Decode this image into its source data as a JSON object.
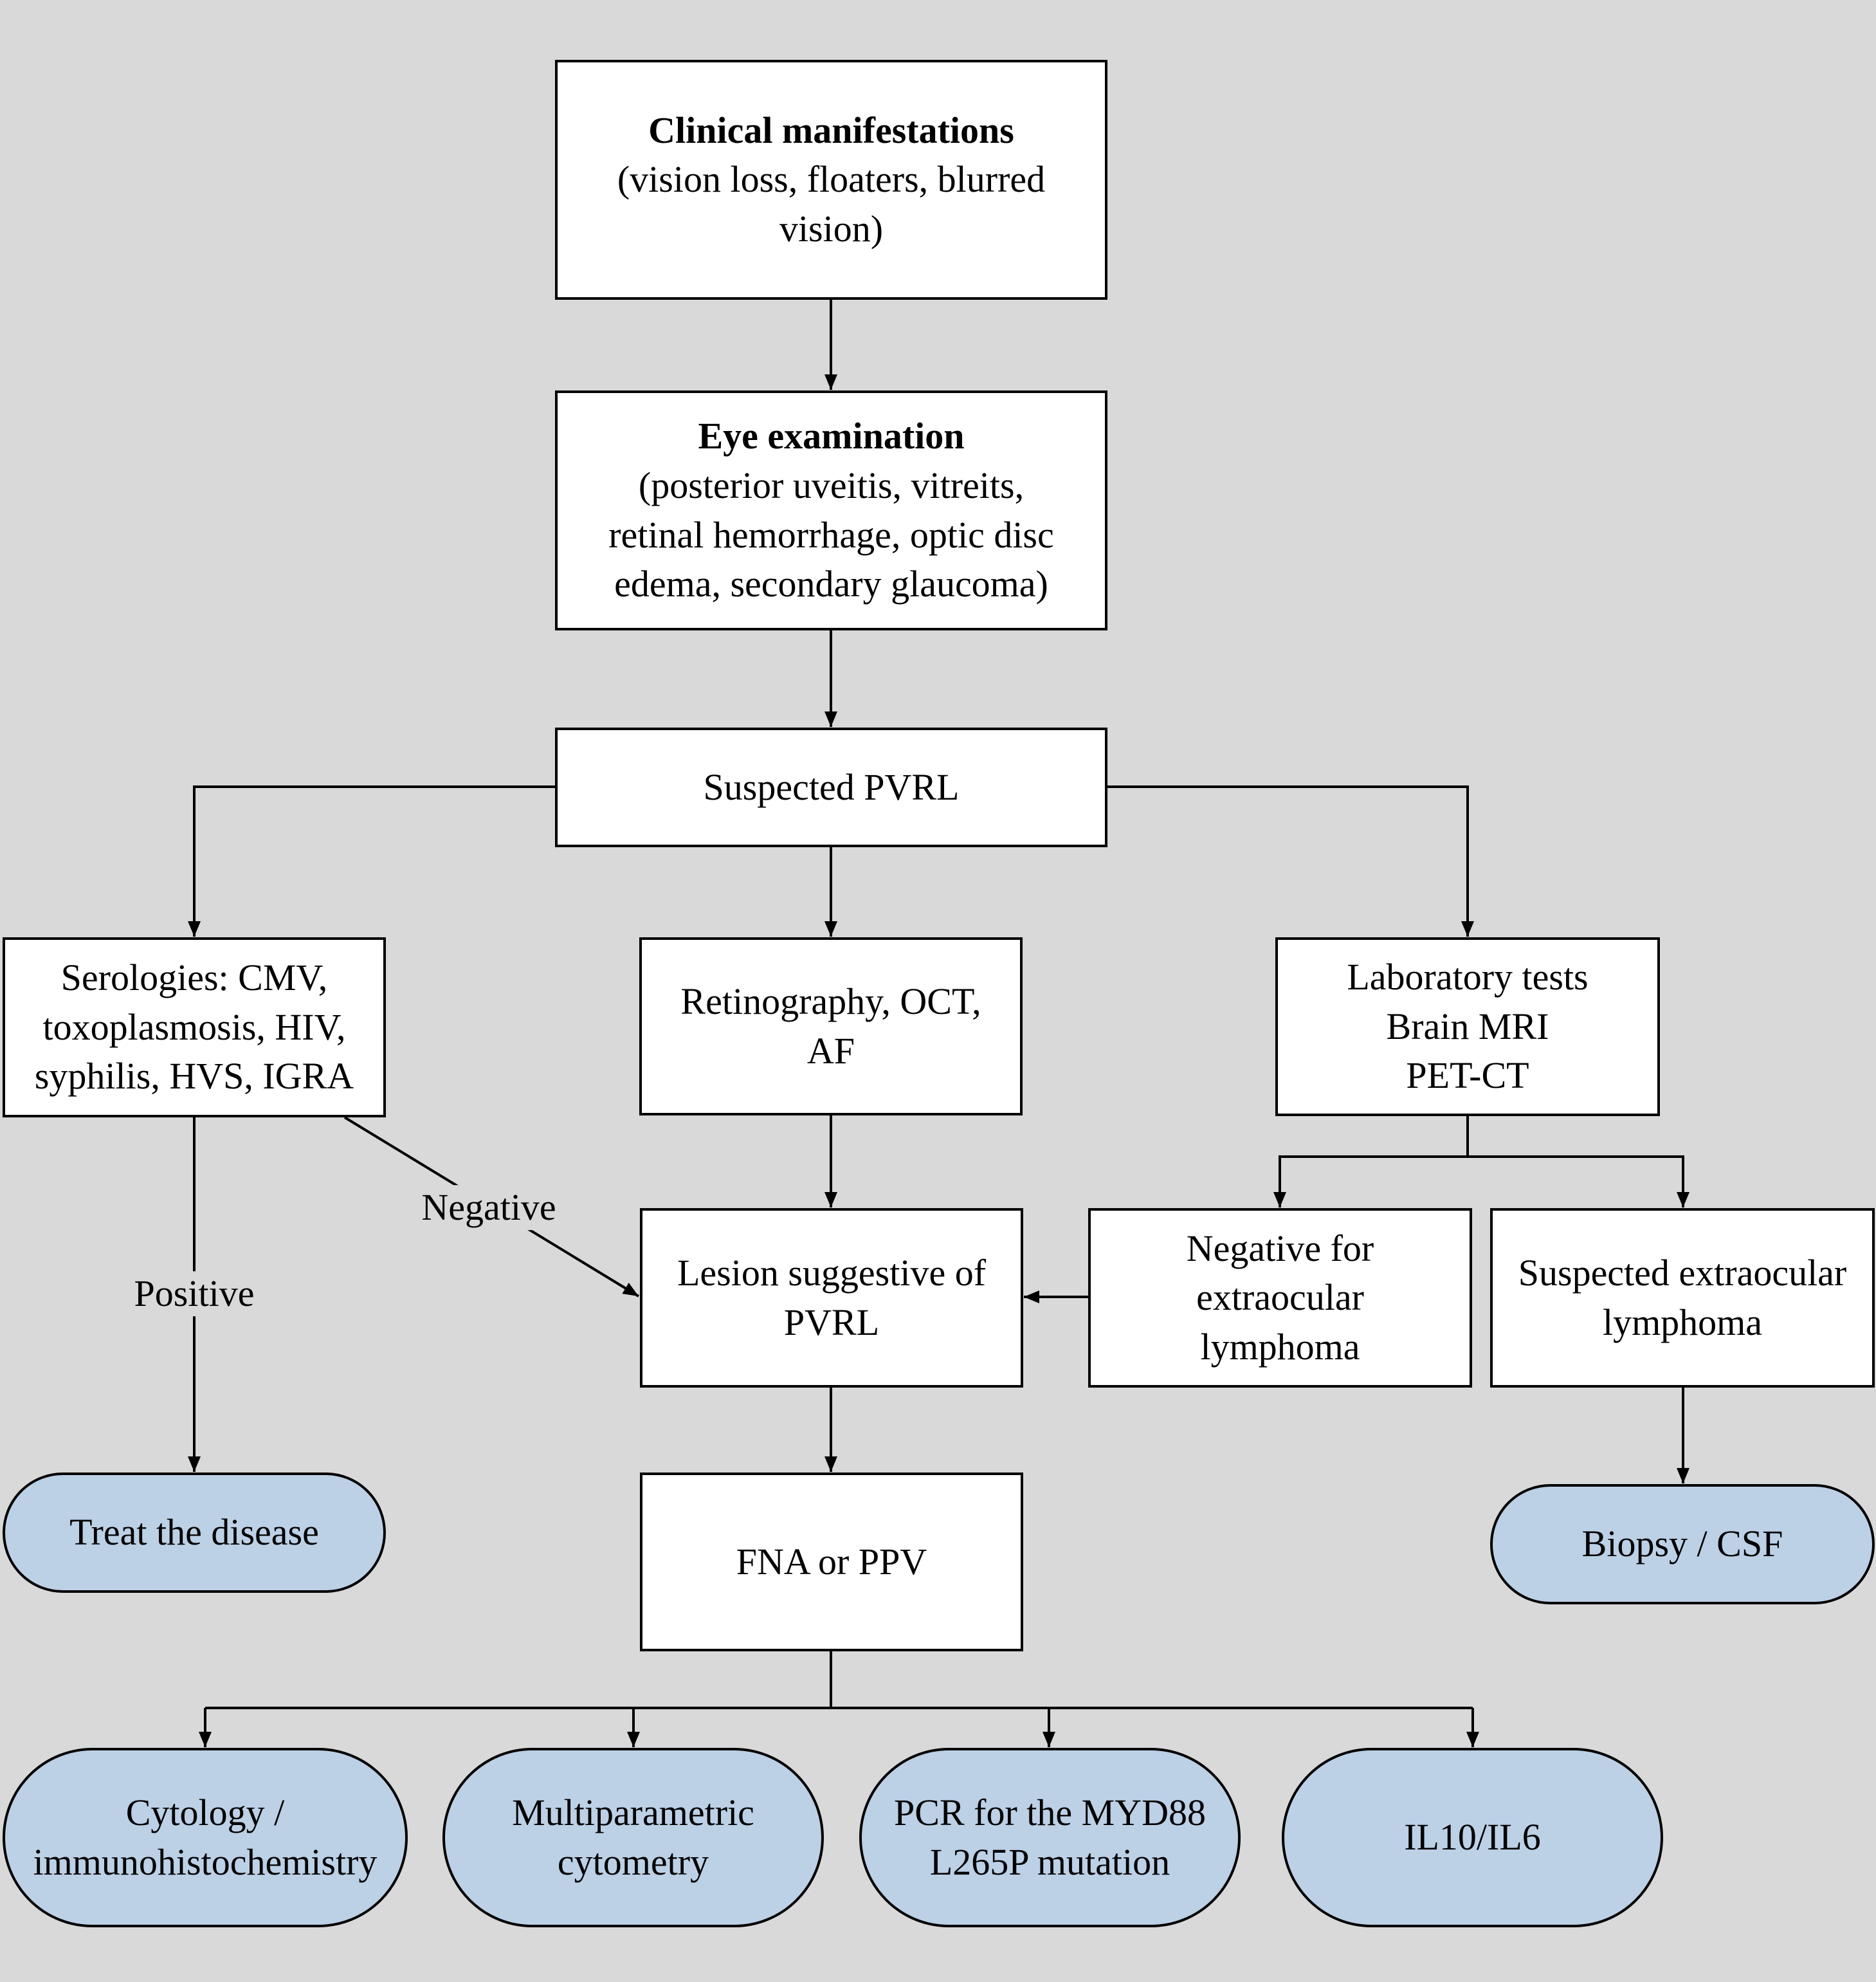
{
  "colors": {
    "background": "#d9d9d9",
    "process_box": "#ffffff",
    "terminal_box": "#bcd0e6",
    "line": "#000000"
  },
  "nodes": {
    "clinical": {
      "title": "Clinical manifestations",
      "line1": "(vision loss, floaters, blurred",
      "line2": "vision)"
    },
    "eye_exam": {
      "title": "Eye examination",
      "line1": "(posterior uveitis, vitreits,",
      "line2": "retinal hemorrhage, optic disc",
      "line3": "edema, secondary glaucoma)"
    },
    "suspected_pvrl": {
      "line1": "Suspected PVRL"
    },
    "serologies": {
      "line1": "Serologies: CMV,",
      "line2": "toxoplasmosis, HIV,",
      "line3": "syphilis, HVS, IGRA"
    },
    "retinography": {
      "line1": "Retinography, OCT,",
      "line2": "AF"
    },
    "lab_tests": {
      "line1": "Laboratory tests",
      "line2": "Brain MRI",
      "line3": "PET-CT"
    },
    "lesion": {
      "line1": "Lesion suggestive of",
      "line2": "PVRL"
    },
    "negative_extraocular": {
      "line1": "Negative for",
      "line2": "extraocular",
      "line3": "lymphoma"
    },
    "suspected_extraocular": {
      "line1": "Suspected extraocular",
      "line2": "lymphoma"
    },
    "treat": {
      "line1": "Treat the disease"
    },
    "fna": {
      "line1": "FNA or PPV"
    },
    "biopsy": {
      "line1": "Biopsy / CSF"
    },
    "cytology": {
      "line1": "Cytology /",
      "line2": "immunohistochemistry"
    },
    "cytometry": {
      "line1": "Multiparametric",
      "line2": "cytometry"
    },
    "pcr": {
      "line1": "PCR for the MYD88",
      "line2": "L265P mutation"
    },
    "il10": {
      "line1": "IL10/IL6"
    }
  },
  "edge_labels": {
    "negative": "Negative",
    "positive": "Positive"
  }
}
